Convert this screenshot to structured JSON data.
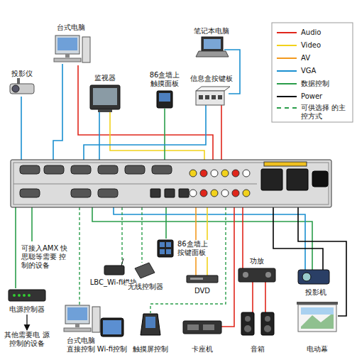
{
  "diagram": {
    "nodes": [
      {
        "text": [
          "台式电脑"
        ]
      },
      {
        "text": [
          "笔记本电脑"
        ]
      },
      {
        "text": [
          "投影仪"
        ]
      },
      {
        "text": [
          "监视器"
        ]
      },
      {
        "text": [
          "86盒墙上 触摸面板"
        ]
      },
      {
        "text": [
          "信息盒按键板"
        ]
      },
      {
        "text": [
          "86盒墙上 按键面板"
        ]
      },
      {
        "text": [
          "功放"
        ]
      },
      {
        "text": [
          "LBC_Wi-fi模块"
        ]
      },
      {
        "text": [
          "无线控制器"
        ]
      },
      {
        "text": [
          "DVD"
        ]
      },
      {
        "text": [
          "投影机"
        ]
      },
      {
        "text": [
          "电源控制器"
        ]
      },
      {
        "text": [
          "台式电脑 直接控制"
        ]
      },
      {
        "text": [
          "其他需要电 源控制的设备"
        ]
      },
      {
        "text": [
          "Wi-fi控制"
        ]
      },
      {
        "text": [
          "触摸屏控制"
        ]
      },
      {
        "text": [
          "卡座机"
        ]
      },
      {
        "text": [
          "音箱"
        ]
      },
      {
        "text": [
          "电动幕"
        ]
      }
    ],
    "edges": [
      {
        "from": 12,
        "to": 14,
        "arrow": "to"
      }
    ],
    "labels": [
      "可接入AMX 快思聪等需要 控制的设备"
    ],
    "legend": [
      {
        "text": "Audio",
        "color": "#e0261b"
      },
      {
        "text": "Video",
        "color": "#f2d21b"
      },
      {
        "text": "AV",
        "color": "#f39a1e"
      },
      {
        "text": "VGA",
        "color": "#1a8fd0"
      },
      {
        "text": "数据控制",
        "color": "#2a9d4a"
      },
      {
        "text": "Power",
        "color": "#000000"
      },
      {
        "text": "可供选择 的主控方式"
      }
    ]
  }
}
